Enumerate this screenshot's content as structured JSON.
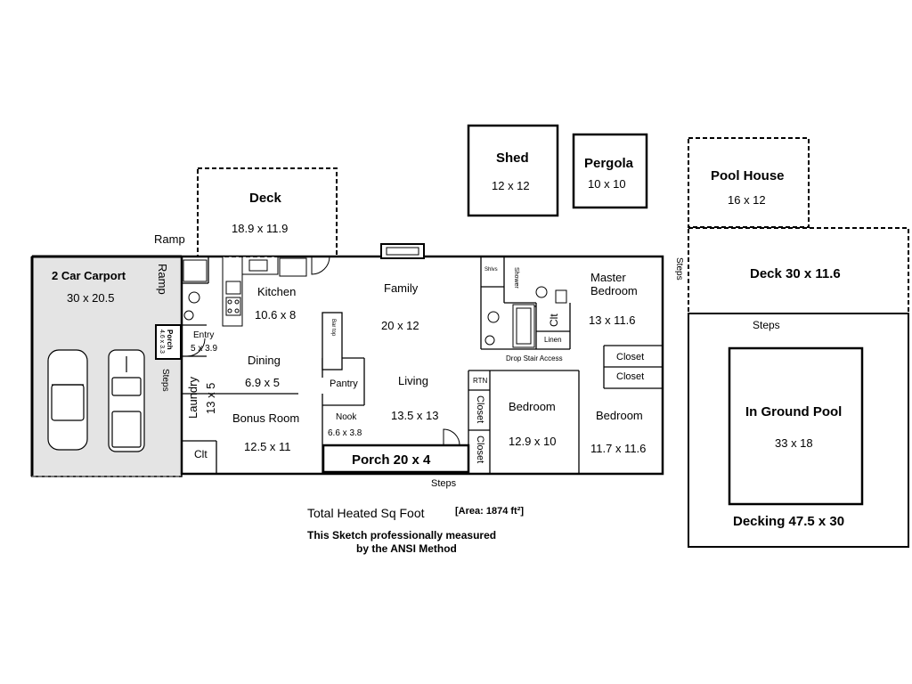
{
  "structures": {
    "shed": {
      "name": "Shed",
      "dims": "12 x 12"
    },
    "pergola": {
      "name": "Pergola",
      "dims": "10 x 10"
    },
    "pool_house": {
      "name": "Pool House",
      "dims": "16 x 12"
    },
    "deck": {
      "name": "Deck",
      "dims": "18.9 x 11.9"
    },
    "pool_deck": {
      "name": "Deck 30 x 11.6"
    },
    "pool": {
      "name": "In Ground Pool",
      "dims": "33 x 18"
    },
    "decking": {
      "name": "Decking 47.5 x 30"
    },
    "carport": {
      "name": "2 Car Carport",
      "dims": "30 x 20.5"
    },
    "porch": {
      "name": "Porch 20 x 4"
    },
    "porch_small": {
      "name": "Porch",
      "dims": "4.6 x 3.3"
    }
  },
  "rooms": {
    "kitchen": {
      "name": "Kitchen",
      "dims": "10.6 x 8"
    },
    "family": {
      "name": "Family",
      "dims": "20 x 12"
    },
    "master": {
      "name1": "Master",
      "name2": "Bedroom",
      "dims": "13 x 11.6"
    },
    "entry": {
      "name": "Entry",
      "dims": "5 x 3.9"
    },
    "dining": {
      "name": "Dining",
      "dims": "6.9 x 5"
    },
    "laundry": {
      "name": "Laundry",
      "dims": "13 x 5"
    },
    "bonus": {
      "name": "Bonus Room",
      "dims": "12.5 x 11"
    },
    "living": {
      "name": "Living",
      "dims": "13.5 x 13"
    },
    "nook": {
      "name": "Nook",
      "dims": "6.6 x 3.8"
    },
    "bedroom1": {
      "name": "Bedroom",
      "dims": "12.9 x 10"
    },
    "bedroom2": {
      "name": "Bedroom",
      "dims": "11.7 x 11.6"
    }
  },
  "labels": {
    "ramp_top": "Ramp",
    "ramp_side": "Ramp",
    "steps_carport": "Steps",
    "steps_right": "Steps",
    "steps_pool": "Steps",
    "steps_bottom": "Steps",
    "pantry": "Pantry",
    "bar": "Bar top",
    "clt_master": "Clt",
    "clt_laundry": "Clt",
    "linen": "Linen",
    "shower": "Shower",
    "shlvs": "Shlvs",
    "drop_stair": "Drop Stair Access",
    "closet1": "Closet",
    "closet2": "Closet",
    "closet3": "Closet",
    "closet4": "Closet",
    "rtn": "RTN"
  },
  "footer": {
    "total_label": "Total Heated Sq Foot",
    "area": "[Area: 1874 ft²]",
    "note_line1": "This Sketch professionally measured",
    "note_line2": "by the ANSI Method"
  },
  "colors": {
    "carport_fill": "#e4e4e4",
    "line": "#000000"
  }
}
